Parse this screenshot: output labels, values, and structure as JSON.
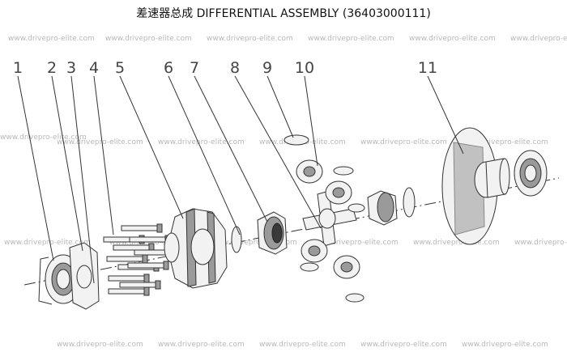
{
  "title": "差速器总成 DIFFERENTIAL ASSEMBLY (36403000111)",
  "watermark": "www.drivepro-elite.com",
  "callouts": [
    "1",
    "2",
    "3",
    "4",
    "5",
    "6",
    "7",
    "8",
    "9",
    "10",
    "11"
  ]
}
